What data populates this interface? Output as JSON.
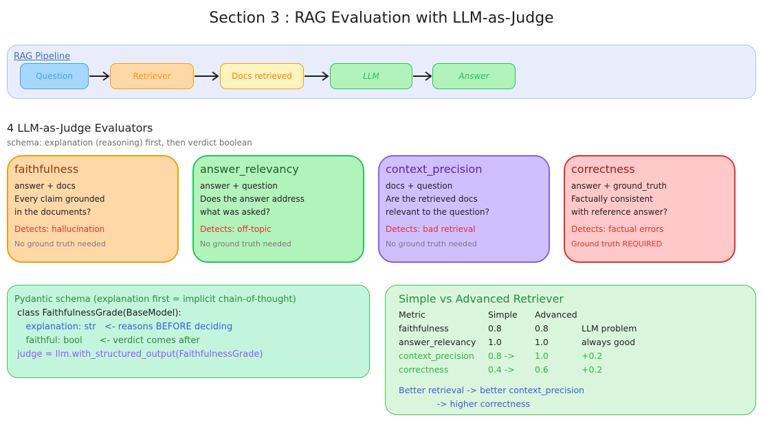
{
  "title": "Section 3 : RAG Evaluation with LLM-as-Judge",
  "pipeline": {
    "label": "RAG Pipeline",
    "steps": [
      {
        "label": "Question",
        "fill": "#a5d8ff",
        "stroke": "#4a9eed",
        "text": "#4a9eed"
      },
      {
        "label": "Retriever",
        "fill": "#ffd8a8",
        "stroke": "#f59e0b",
        "text": "#f59e0b"
      },
      {
        "label": "Docs retrieved",
        "fill": "#fff3bf",
        "stroke": "#f59e0b",
        "text": "#f08c00"
      },
      {
        "label": "LLM",
        "fill": "#b2f2bb",
        "stroke": "#22c55e",
        "text": "#22c55e"
      },
      {
        "label": "Answer",
        "fill": "#b2f2bb",
        "stroke": "#22c55e",
        "text": "#22c55e"
      }
    ]
  },
  "evaluators": {
    "heading": "4 LLM-as-Judge Evaluators",
    "subheading": "schema: explanation (reasoning) first, then verdict boolean",
    "cards": [
      {
        "name": "faithfulness",
        "inputs": "answer + docs",
        "desc1": "Every claim grounded",
        "desc2": "in the documents?",
        "detects": "Detects: hallucination",
        "ground_truth": "No ground truth needed",
        "fill": "#ffd8a8",
        "stroke": "#f59e0b",
        "title_color": "#8a3c0b",
        "gt_color": "#7a7a7a"
      },
      {
        "name": "answer_relevancy",
        "inputs": "answer + question",
        "desc1": "Does the answer address",
        "desc2": "what was asked?",
        "detects": "Detects: off-topic",
        "ground_truth": "No ground truth needed",
        "fill": "#b2f2bb",
        "stroke": "#22c55e",
        "title_color": "#1b5e20",
        "gt_color": "#7a7a7a"
      },
      {
        "name": "context_precision",
        "inputs": "docs + question",
        "desc1": "Are the retrieved docs",
        "desc2": "relevant to the question?",
        "detects": "Detects: bad retrieval",
        "ground_truth": "No ground truth needed",
        "fill": "#d0bfff",
        "stroke": "#8b5cf6",
        "title_color": "#5b21b6",
        "gt_color": "#7a7a7a"
      },
      {
        "name": "correctness",
        "inputs": "answer + ground_truth",
        "desc1": "Factually consistent",
        "desc2": "with reference answer?",
        "detects": "Detects: factual errors",
        "ground_truth": "Ground truth REQUIRED",
        "fill": "#ffc9c9",
        "stroke": "#e03131",
        "title_color": "#9b1c1c",
        "gt_color": "#e03131"
      }
    ]
  },
  "schema": {
    "lines": [
      {
        "text": "Pydantic schema (explanation first = implicit chain-of-thought)",
        "color": "#2b8a3e"
      },
      {
        "text": " class FaithfulnessGrade(BaseModel):",
        "color": "#1e1e1e"
      },
      {
        "text": "    explanation: str   <- reasons BEFORE deciding",
        "color": "#3b5bdb"
      },
      {
        "text": "    faithful: bool      <- verdict comes after",
        "color": "#2b8a3e"
      },
      {
        "text": " judge = llm.with_structured_output(FaithfulnessGrade)",
        "color": "#8b5cf6"
      }
    ]
  },
  "comparison": {
    "title": "Simple vs Advanced Retriever",
    "header": [
      "Metric",
      "Simple",
      "Advanced",
      ""
    ],
    "rows": [
      {
        "cells": [
          "faithfulness",
          "0.8",
          "0.8",
          "LLM problem"
        ],
        "color": "#1e1e1e"
      },
      {
        "cells": [
          "answer_relevancy",
          "1.0",
          "1.0",
          "always good"
        ],
        "color": "#1e1e1e"
      },
      {
        "cells": [
          "context_precision",
          "0.8  ->",
          "1.0",
          "+0.2"
        ],
        "color": "#2fb344"
      },
      {
        "cells": [
          "correctness",
          "0.4  ->",
          "0.6",
          "+0.2"
        ],
        "color": "#2fb344"
      }
    ],
    "note1": "Better retrieval -> better context_precision",
    "note2": "              -> higher correctness"
  }
}
